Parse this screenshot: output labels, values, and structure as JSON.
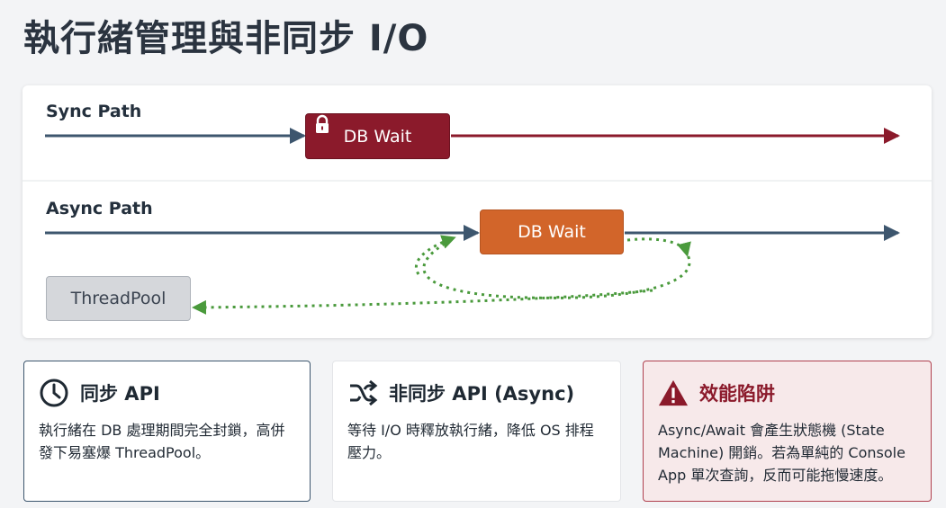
{
  "title": "執行緒管理與非同步 I/O",
  "diagram": {
    "sync_label": "Sync Path",
    "async_label": "Async Path",
    "sync_db_wait": "DB Wait",
    "async_db_wait": "DB Wait",
    "threadpool": "ThreadPool",
    "colors": {
      "sync_wait": "#8b1a2b",
      "async_wait": "#d2652a",
      "path": "#3d566e",
      "thread_return": "#4a9a3c"
    }
  },
  "cards": [
    {
      "icon": "clock-icon",
      "title": "同步 API",
      "body": "執行緒在 DB 處理期間完全封鎖，高併發下易塞爆 ThreadPool。"
    },
    {
      "icon": "shuffle-icon",
      "title": "非同步 API (Async)",
      "body": "等待 I/O 時釋放執行緒，降低 OS 排程壓力。"
    },
    {
      "icon": "warning-icon",
      "title": "效能陷阱",
      "body": "Async/Await 會產生狀態機 (State Machine) 開銷。若為單純的 Console App 單次查詢，反而可能拖慢速度。"
    }
  ]
}
